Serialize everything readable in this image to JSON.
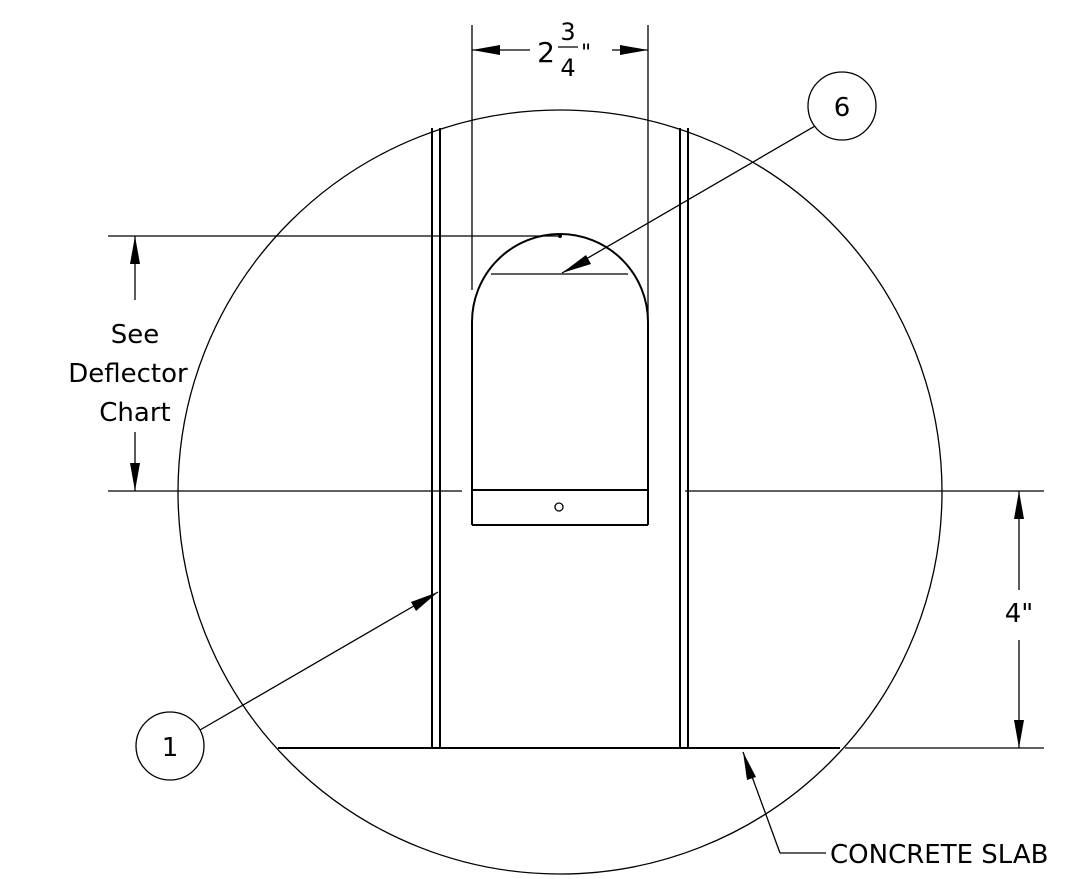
{
  "dimensions": {
    "width_dim": {
      "whole": "2",
      "numerator": "3",
      "denominator": "4",
      "unit": "\""
    },
    "height_dim": {
      "lines": [
        "See",
        "Deflector",
        "Chart"
      ]
    },
    "slab_height_dim": {
      "label": "4\""
    }
  },
  "balloons": [
    {
      "label": "6"
    },
    {
      "label": "1"
    }
  ],
  "callouts": {
    "concrete_slab": "CONCRETE SLAB"
  }
}
